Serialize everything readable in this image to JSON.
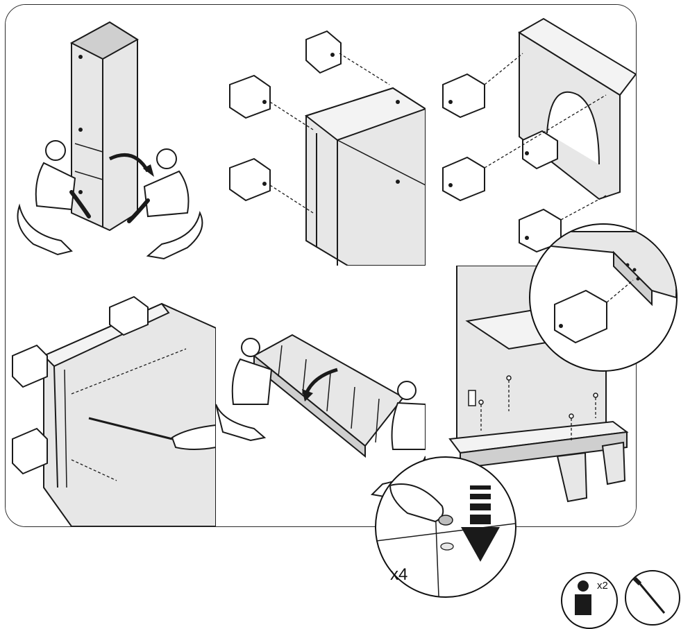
{
  "steps": [
    {
      "id": 1,
      "icon": "two-people-lift-tall-cabinet"
    },
    {
      "id": 2,
      "icon": "feet-attach-to-cabinet-side"
    },
    {
      "id": 3,
      "icon": "feet-attach-to-cabinet-base"
    },
    {
      "id": 4,
      "icon": "screwdriver-tighten-base"
    },
    {
      "id": 5,
      "icon": "two-people-tilt-cabinet"
    },
    {
      "id": 6,
      "icon": "press-caps-into-base"
    }
  ],
  "press_callout": {
    "count_label": "x4"
  },
  "footer": {
    "people_count": "x2",
    "tool_icon": "screwdriver-icon",
    "person_icon": "person-icon"
  },
  "colors": {
    "line": "#1a1a1a",
    "wood_fill": "#e7e7e7",
    "shade": "#bdbdbd",
    "dark": "#2b2b2b"
  }
}
